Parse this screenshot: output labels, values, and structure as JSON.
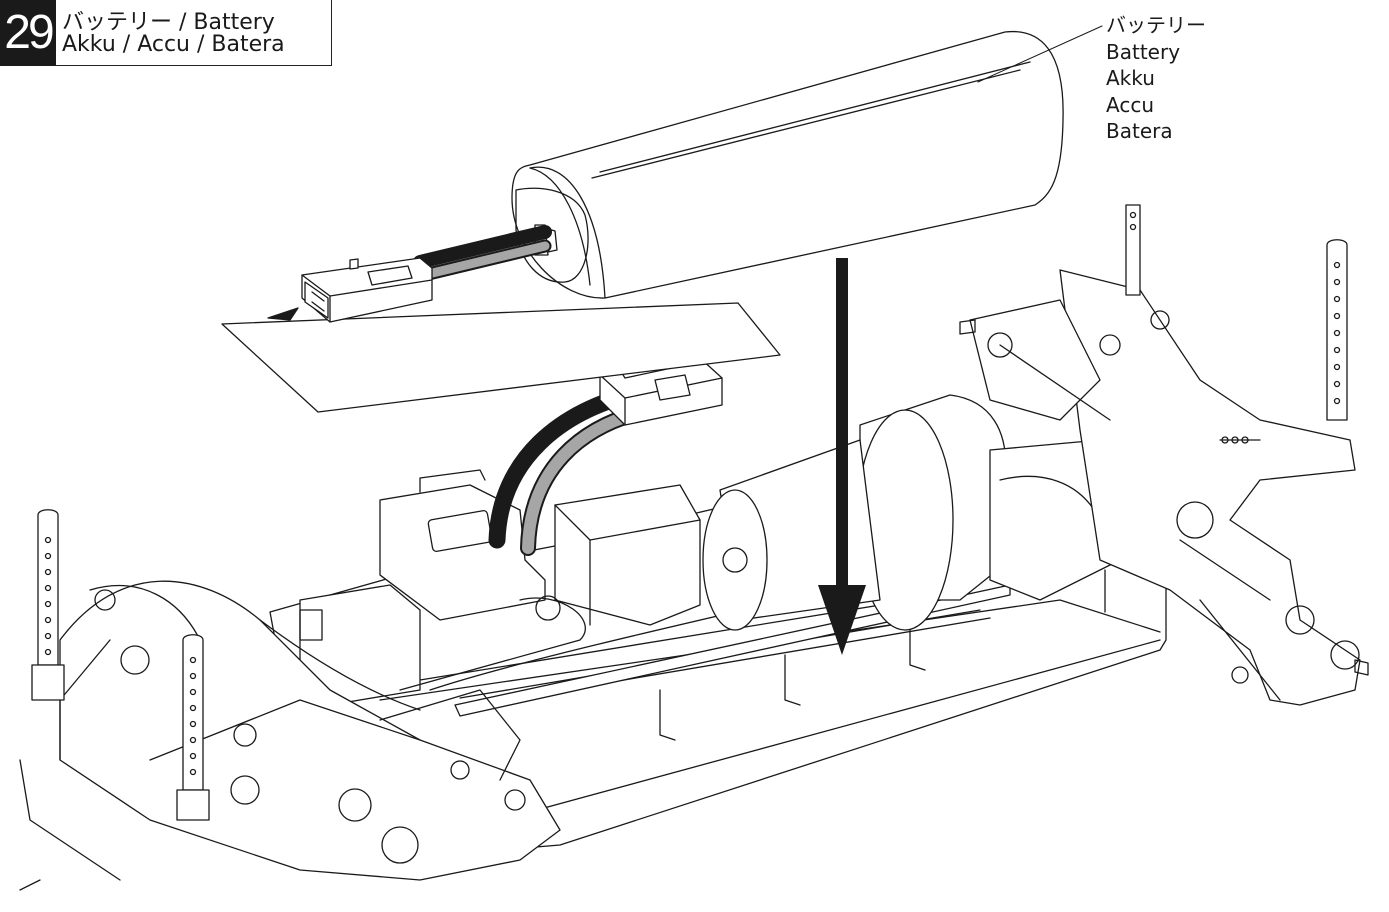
{
  "step": {
    "number": "29",
    "title_line1": "バッテリー / Battery",
    "title_line2": "Akku / Accu / Batera"
  },
  "callout": {
    "labels": [
      "バッテリー",
      "Battery",
      "Akku",
      "Accu",
      "Batera"
    ]
  },
  "colors": {
    "ink": "#1a1a1a",
    "wire_black": "#1a1a1a",
    "wire_gray": "#a6a6a6",
    "paper": "#ffffff"
  }
}
